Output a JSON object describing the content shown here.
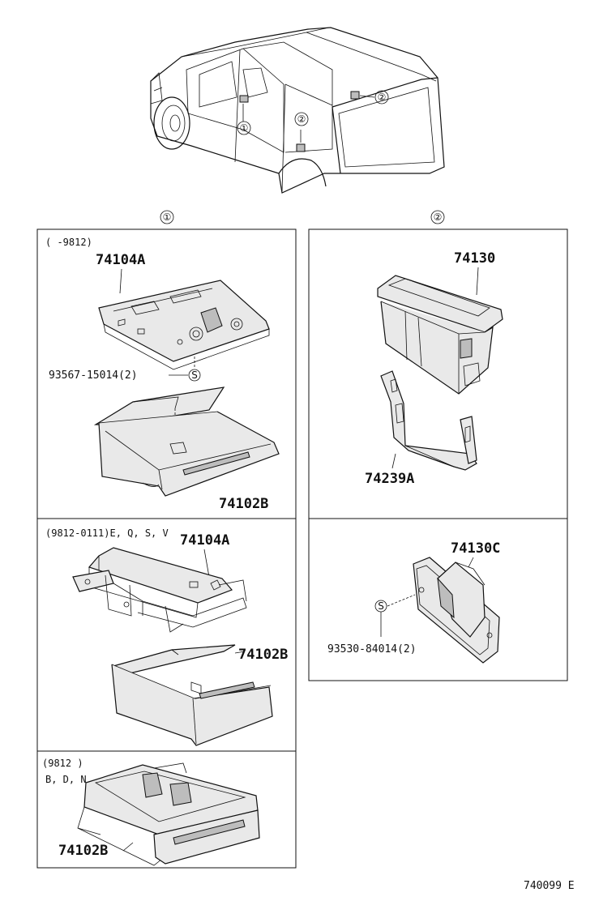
{
  "vehicle_callouts": [
    "①",
    "②",
    "②"
  ],
  "sections": {
    "left_marker": "①",
    "right_marker": "②"
  },
  "panel_a": {
    "condition": "(      -9812)",
    "part_top": "74104A",
    "fastener": "93567-15014(2)",
    "fastener_symbol": "S",
    "part_bottom": "74102B"
  },
  "panel_b": {
    "condition": "(9812-0111)E, Q, S, V",
    "part_top": "74104A",
    "part_bottom": "74102B"
  },
  "panel_c": {
    "condition_line1": "(9812      )",
    "condition_line2": "B, D, N",
    "part": "74102B"
  },
  "panel_d": {
    "part_top": "74130",
    "part_bottom": "74239A"
  },
  "panel_e": {
    "part": "74130C",
    "fastener": "93530-84014(2)",
    "fastener_symbol": "S"
  },
  "figure_code": "740099 E"
}
